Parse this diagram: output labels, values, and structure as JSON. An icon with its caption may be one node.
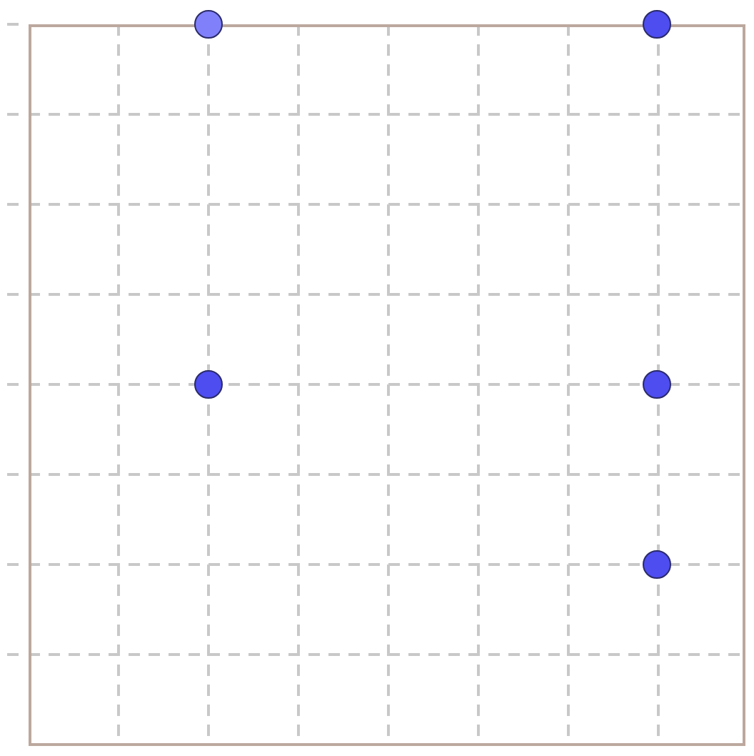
{
  "diagram": {
    "nodes": [
      {
        "text": [],
        "shape": "box"
      },
      {
        "text": [],
        "shape": "circle"
      },
      {
        "text": [],
        "shape": "circle"
      },
      {
        "text": [],
        "shape": "circle",
        "in": 0
      },
      {
        "text": [],
        "shape": "circle",
        "in": 0
      },
      {
        "text": [],
        "shape": "circle",
        "in": 0
      }
    ]
  }
}
